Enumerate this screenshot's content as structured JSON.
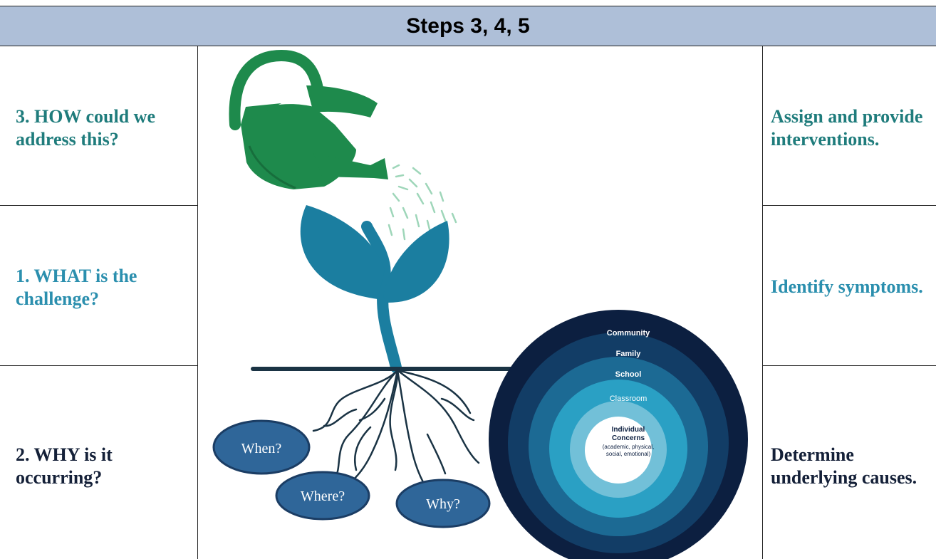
{
  "header": {
    "title": "Steps 3, 4, 5"
  },
  "left_column": [
    {
      "line1": "3. HOW could we",
      "line2": "address this?"
    },
    {
      "line1": "1. WHAT is the",
      "line2": "challenge?"
    },
    {
      "line1": "2. WHY is it",
      "line2": "occurring?"
    }
  ],
  "right_column": [
    {
      "line1": "Assign and provide",
      "line2": "interventions."
    },
    {
      "line1": "Identify symptoms.",
      "line2": ""
    },
    {
      "line1": "Determine",
      "line2": "underlying causes."
    }
  ],
  "roots": {
    "when": "When?",
    "where": "Where?",
    "why": "Why?"
  },
  "circles": {
    "community": "Community",
    "family": "Family",
    "school": "School",
    "classroom": "Classroom",
    "center_line1": "Individual",
    "center_line2": "Concerns",
    "center_sub1": "(academic, physical,",
    "center_sub2": "social, emotional)"
  },
  "colors": {
    "header_bg": "#aebfd8",
    "can_green": "#1e8a4c",
    "plant_teal": "#1b7ea0",
    "root_dark": "#1a3344",
    "ellipse_blue": "#2f6699",
    "ring_community": "#0c1f40",
    "ring_family": "#123d66",
    "ring_school": "#1c6a94",
    "ring_classroom": "#2aa0c4",
    "ring_inner": "#72c0d8"
  }
}
